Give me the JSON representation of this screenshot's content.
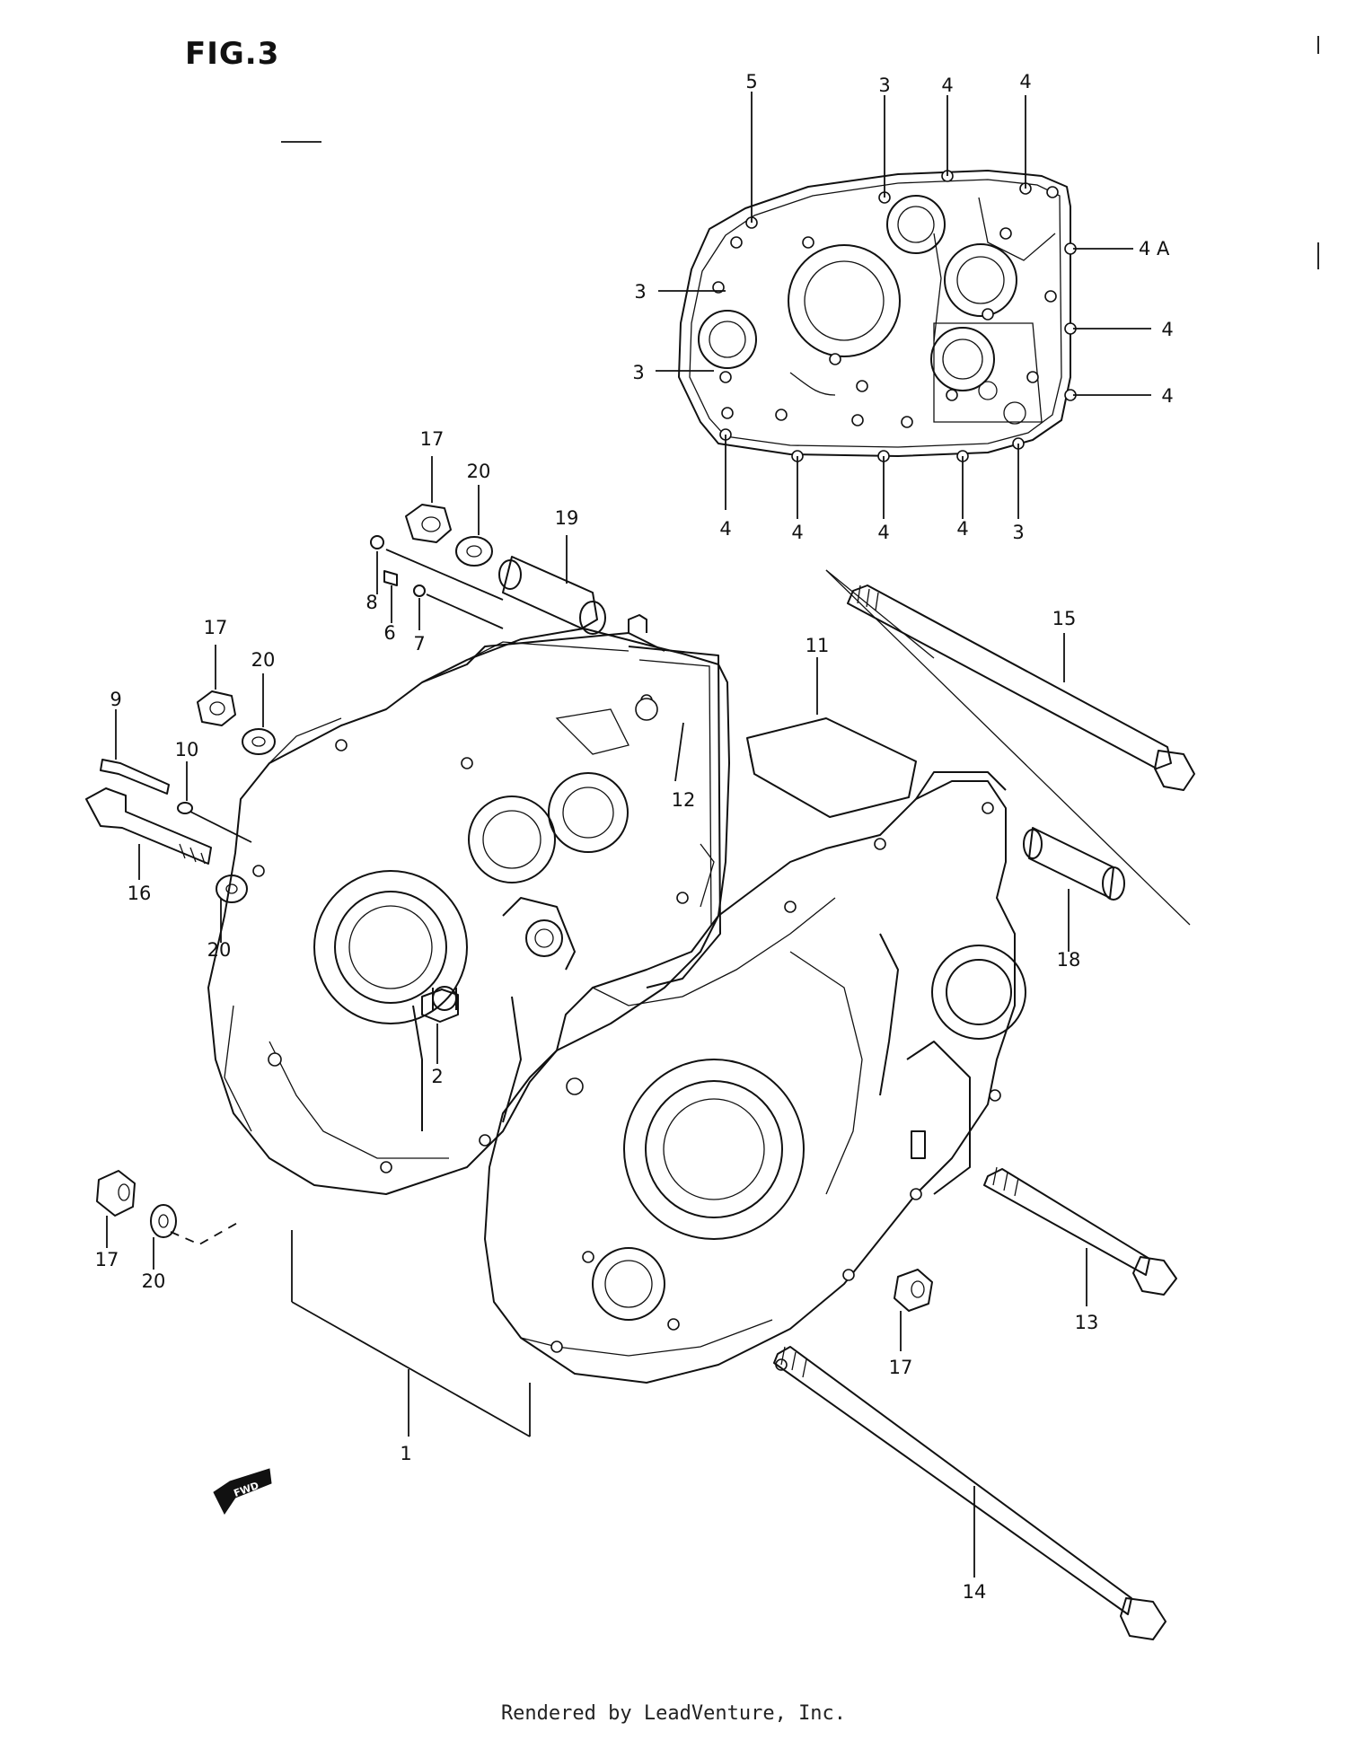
{
  "figure": {
    "title": "FIG.3",
    "footer": "Rendered by LeadVenture, Inc."
  },
  "callouts": {
    "c5": "5",
    "c3_top": "3",
    "c4_top1": "4",
    "c4_top2": "4",
    "c4a": "4 A",
    "c3_left1": "3",
    "c3_left2": "3",
    "c4_right1": "4",
    "c4_right2": "4",
    "c4_bot1": "4",
    "c4_bot2": "4",
    "c4_bot3": "4",
    "c4_bot4": "4",
    "c3_bot": "3",
    "c17_top": "17",
    "c20_top": "20",
    "c19": "19",
    "c8": "8",
    "c6": "6",
    "c7": "7",
    "c17_mid": "17",
    "c20_mid": "20",
    "c9": "9",
    "c10": "10",
    "c16": "16",
    "c20_left": "20",
    "c12": "12",
    "c11": "11",
    "c15": "15",
    "c18": "18",
    "c2": "2",
    "c17_bl": "17",
    "c20_bl": "20",
    "c1": "1",
    "c13": "13",
    "c17_br": "17",
    "c14": "14"
  },
  "icons": {
    "fwd": "fwd-arrow-icon"
  }
}
